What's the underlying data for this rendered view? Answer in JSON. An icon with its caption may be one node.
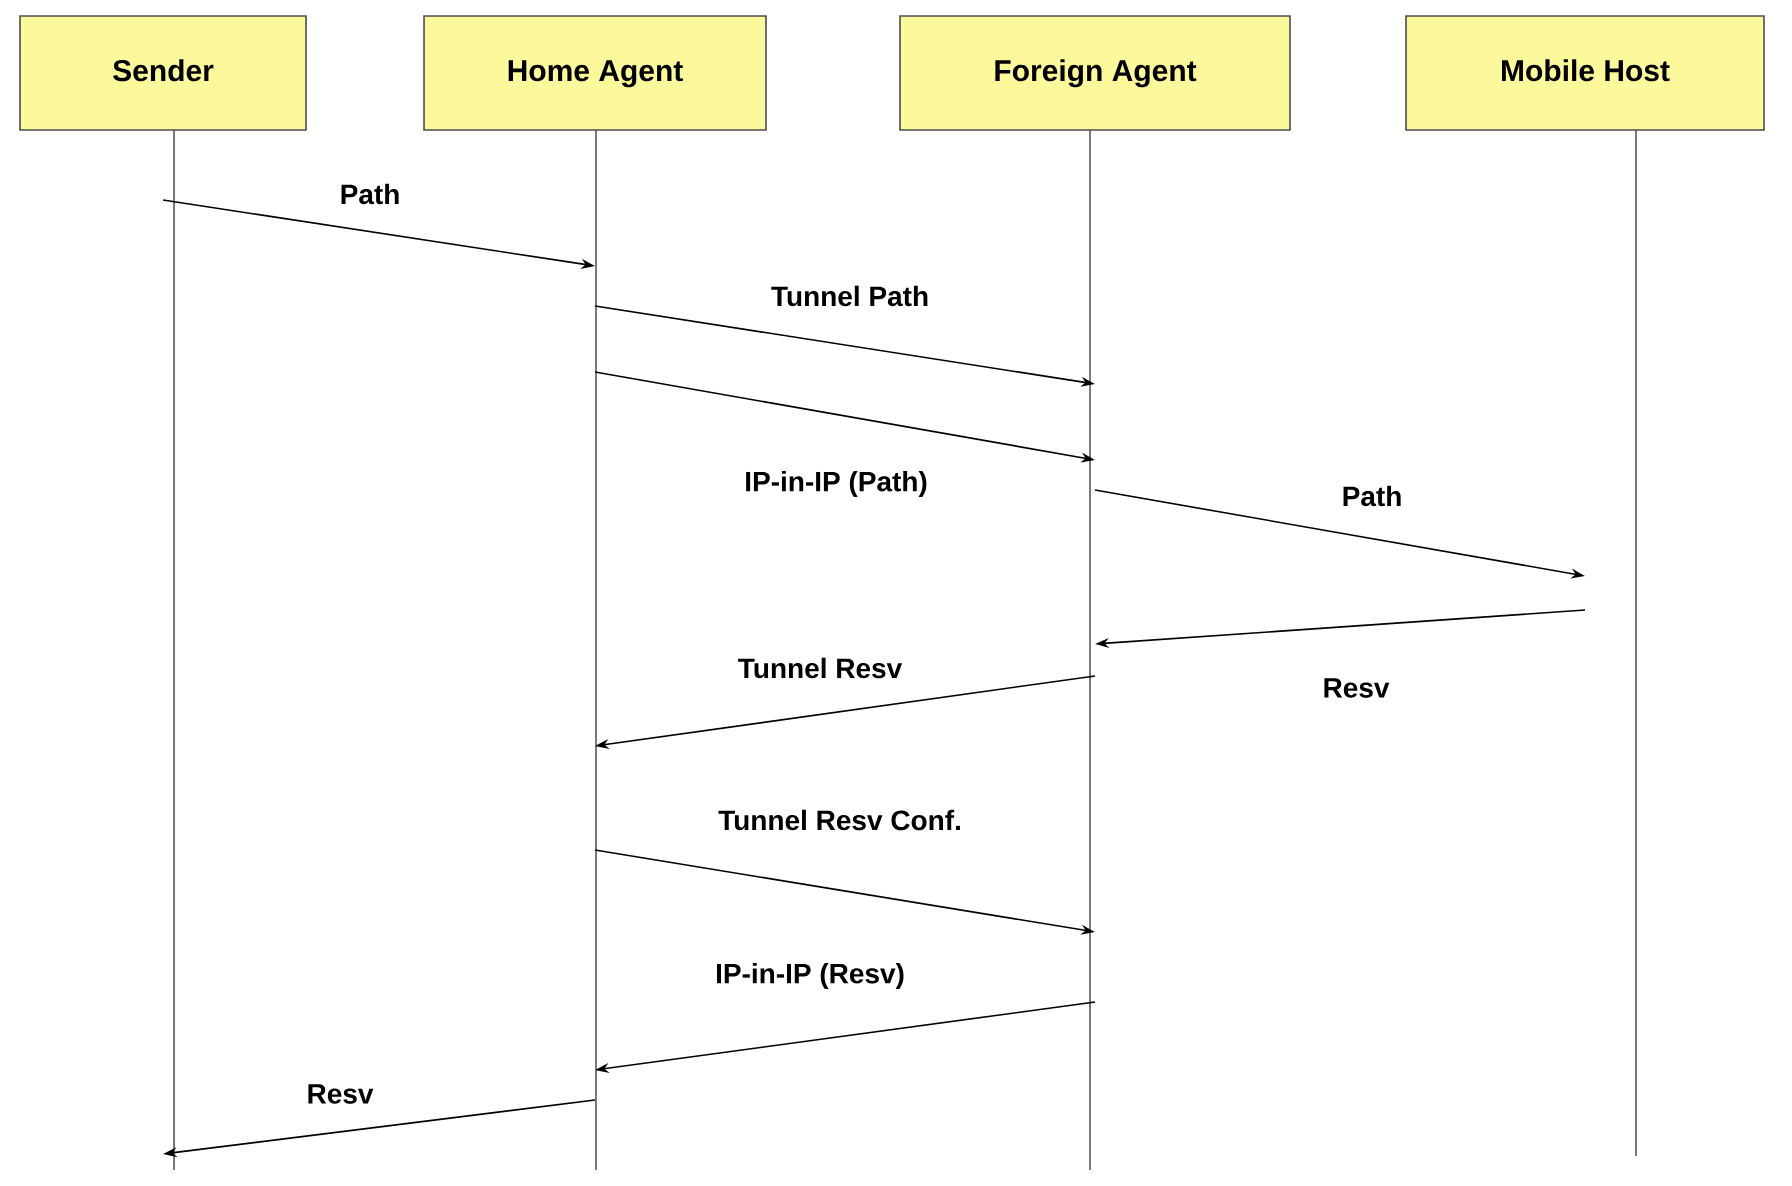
{
  "diagram": {
    "nodes": [
      {
        "text": [
          "Sender"
        ]
      },
      {
        "text": [
          "Home Agent"
        ]
      },
      {
        "text": [
          "Foreign Agent"
        ]
      },
      {
        "text": [
          "Mobile Host"
        ]
      }
    ],
    "edges": [
      {
        "from": 0,
        "to": 1,
        "arrow": "to",
        "label": "Path"
      },
      {
        "from": 1,
        "to": 2,
        "arrow": "to",
        "label": "Tunnel Path"
      },
      {
        "from": 1,
        "to": 2,
        "arrow": "to",
        "label": "IP-in-IP (Path)"
      },
      {
        "from": 2,
        "to": 3,
        "arrow": "to",
        "label": "Path"
      },
      {
        "from": 3,
        "to": 2,
        "arrow": "to",
        "label": "Resv"
      },
      {
        "from": 2,
        "to": 1,
        "arrow": "to",
        "label": "Tunnel Resv"
      },
      {
        "from": 1,
        "to": 2,
        "arrow": "to",
        "label": "Tunnel Resv Conf."
      },
      {
        "from": 2,
        "to": 1,
        "arrow": "to",
        "label": "IP-in-IP (Resv)"
      },
      {
        "from": 1,
        "to": 0,
        "arrow": "to",
        "label": "Resv"
      }
    ]
  }
}
